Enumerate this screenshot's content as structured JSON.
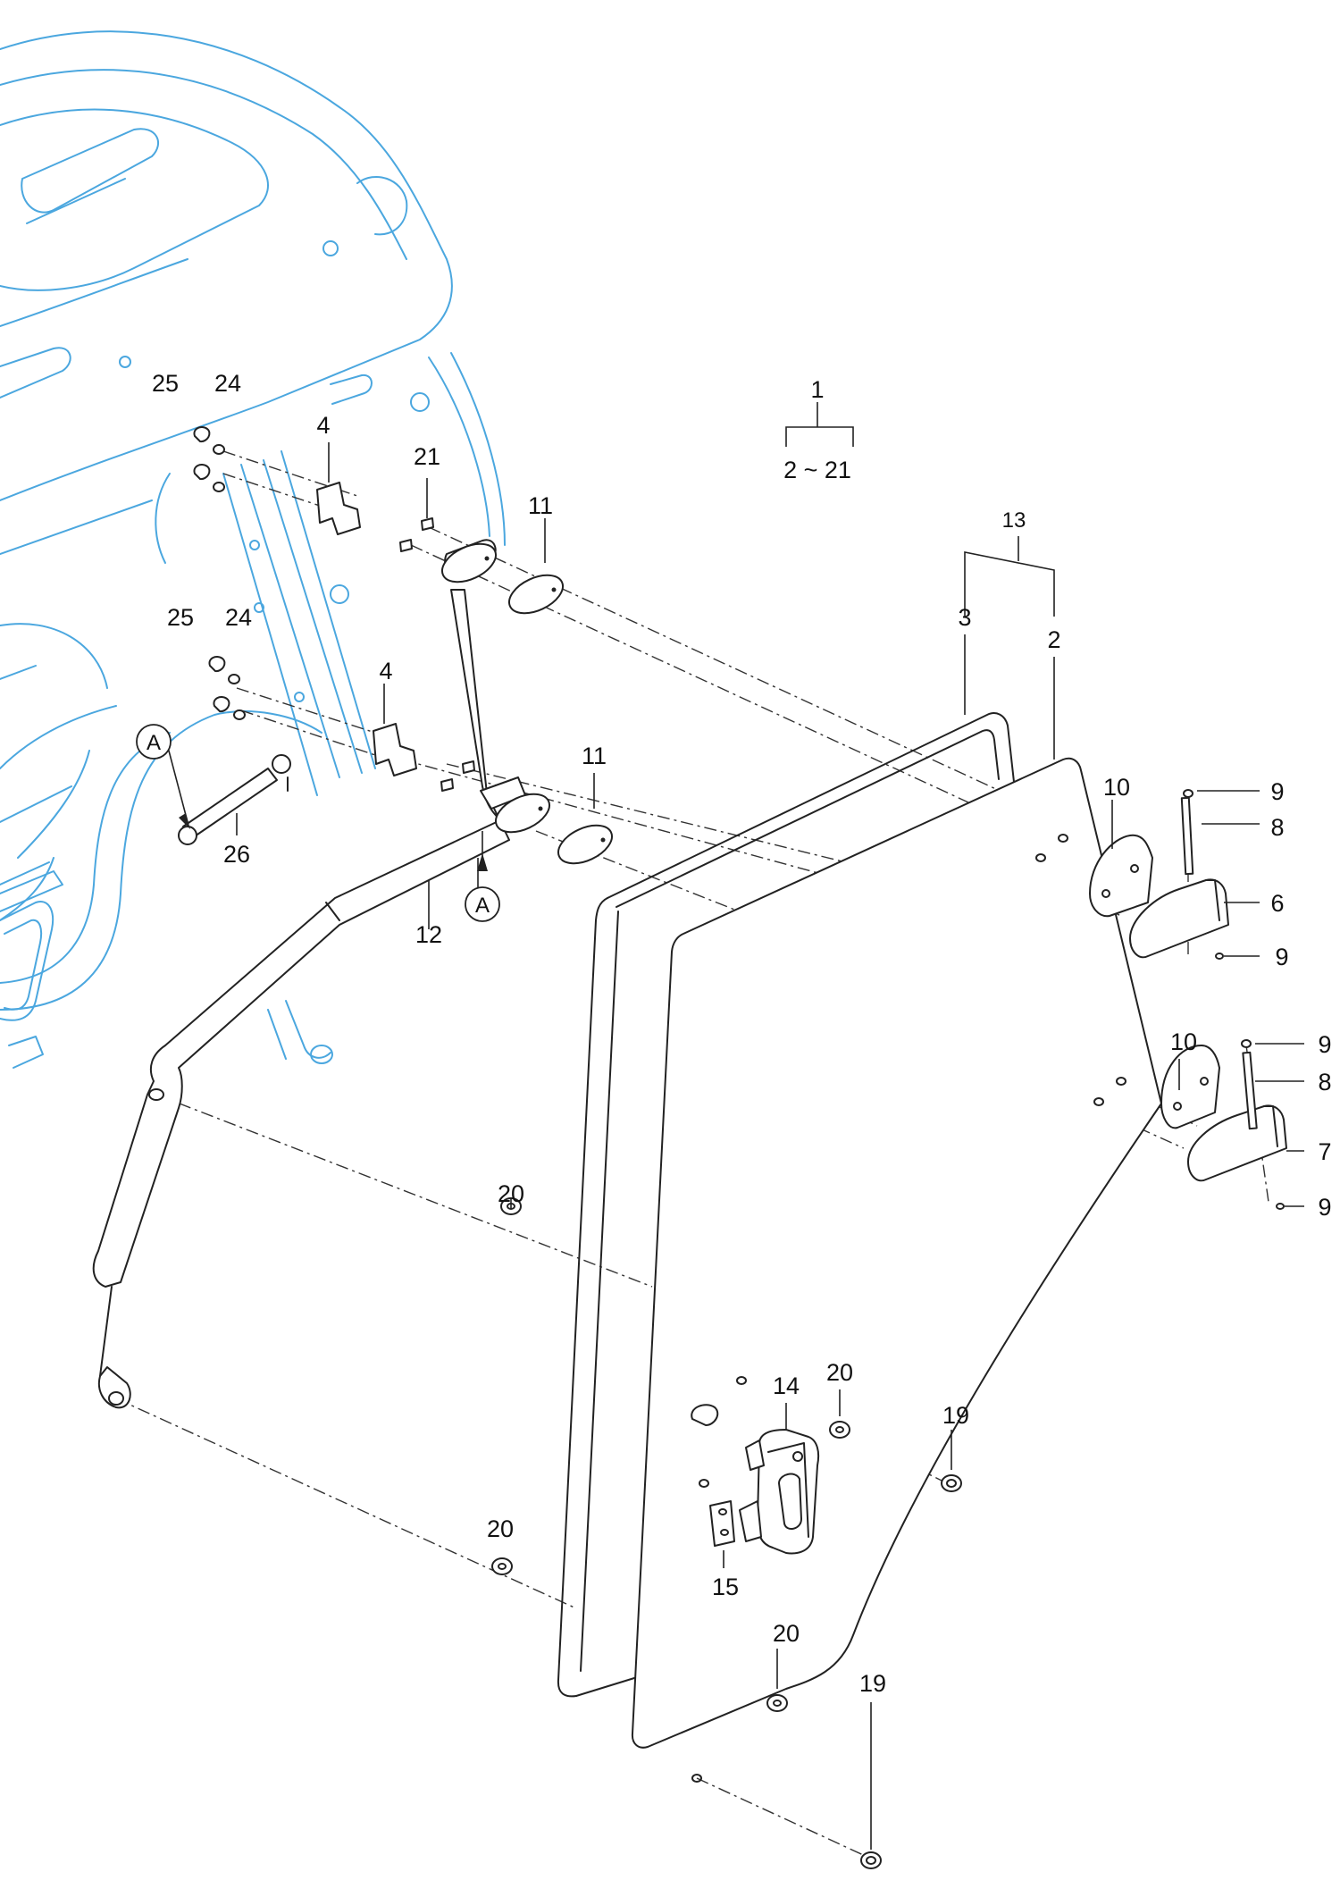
{
  "assembly": {
    "number": "1",
    "range": "2 ~ 21",
    "sub_number": "13"
  },
  "callouts": {
    "c1": "1",
    "c2": "2",
    "c3": "3",
    "c4a": "4",
    "c4b": "4",
    "c6": "6",
    "c7": "7",
    "c8a": "8",
    "c8b": "8",
    "c9a": "9",
    "c9b": "9",
    "c9c": "9",
    "c9d": "9",
    "c10a": "10",
    "c10b": "10",
    "c11a": "11",
    "c11b": "11",
    "c12": "12",
    "c14": "14",
    "c15": "15",
    "c19a": "19",
    "c19b": "19",
    "c20a": "20",
    "c20b": "20",
    "c20c": "20",
    "c20d": "20",
    "c21": "21",
    "c24a": "24",
    "c24b": "24",
    "c25a": "25",
    "c25b": "25",
    "c26": "26"
  },
  "reference_marks": {
    "markA1": "A",
    "markA2": "A"
  },
  "colors": {
    "cab_line": "#4ba7df",
    "part_line": "#222222",
    "background": "#ffffff"
  }
}
